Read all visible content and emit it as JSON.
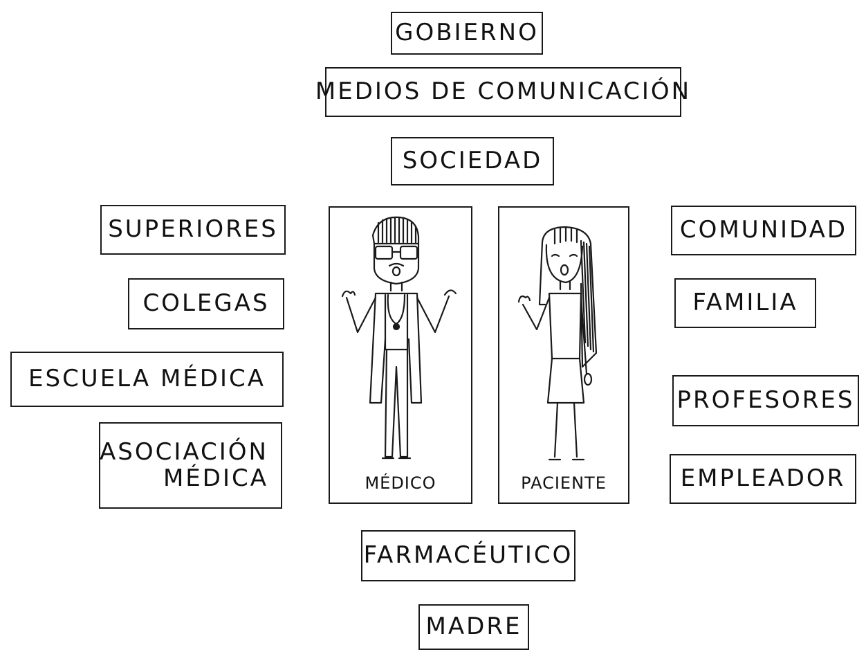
{
  "center": {
    "gobierno": "GOBIERNO",
    "medios": "MEDIOS DE COMUNICACIÓN",
    "sociedad": "SOCIEDAD",
    "farmaceutico": "FARMACÉUTICO",
    "madre": "MADRE"
  },
  "left": {
    "superiores": "SUPERIORES",
    "colegas": "COLEGAS",
    "escuela": "ESCUELA MÉDICA",
    "asociacion_line1": "ASOCIACIÓN",
    "asociacion_line2": "MÉDICA"
  },
  "right": {
    "comunidad": "COMUNIDAD",
    "familia": "FAMILIA",
    "profesores": "PROFESORES",
    "empleador": "EMPLEADOR"
  },
  "figures": {
    "medico_label": "MÉDICO",
    "paciente_label": "PACIENTE"
  },
  "colors": {
    "ink": "#1a1a1a",
    "background": "#ffffff"
  }
}
